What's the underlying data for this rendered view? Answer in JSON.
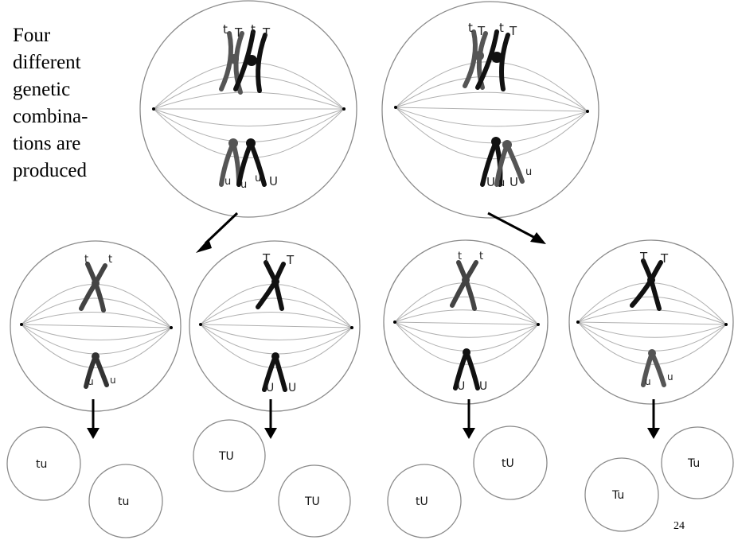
{
  "caption": {
    "lines": [
      "Four",
      "different",
      "genetic",
      "combina-",
      "tions are",
      "produced"
    ]
  },
  "page_number": "24",
  "meiosis_i_cells": [
    {
      "top_alleles": [
        "t",
        "T",
        "t",
        "T"
      ],
      "bottom_alleles": [
        "u",
        "u",
        "u",
        "U"
      ]
    },
    {
      "top_alleles": [
        "t",
        "T",
        "t",
        "T"
      ],
      "bottom_alleles": [
        "U",
        "u",
        "U",
        "u"
      ]
    }
  ],
  "meiosis_ii_cells": [
    {
      "top_alleles": [
        "t",
        "t"
      ],
      "bottom_alleles": [
        "u",
        "u"
      ]
    },
    {
      "top_alleles": [
        "T",
        "T"
      ],
      "bottom_alleles": [
        "U",
        "U"
      ]
    },
    {
      "top_alleles": [
        "t",
        "t"
      ],
      "bottom_alleles": [
        "U",
        "U"
      ]
    },
    {
      "top_alleles": [
        "T",
        "T"
      ],
      "bottom_alleles": [
        "u",
        "u"
      ]
    }
  ],
  "gametes": [
    "tu",
    "tu",
    "TU",
    "TU",
    "tU",
    "tU",
    "Tu",
    "Tu"
  ]
}
